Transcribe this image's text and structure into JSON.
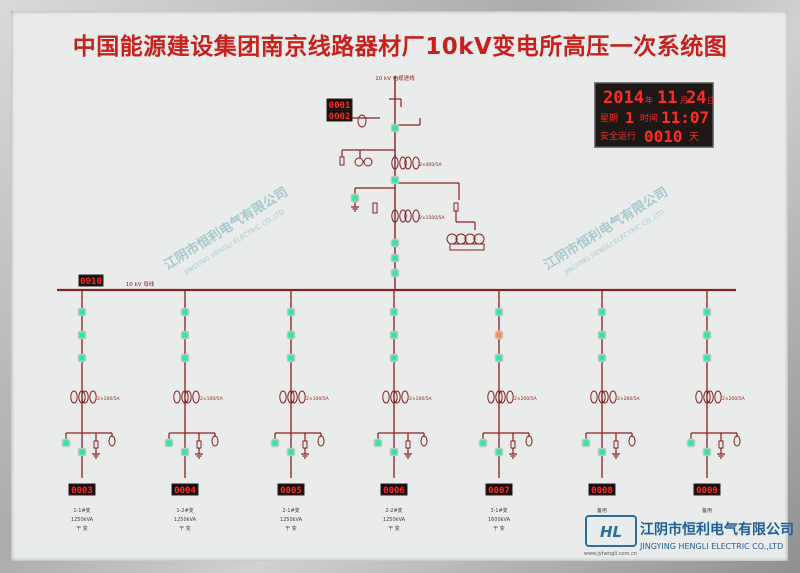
{
  "title": "中国能源建设集团南京线路器材厂10kV变电所高压一次系统图",
  "incoming_label": "10 kV 电缆进线",
  "busbar_label": "10 kV 母线",
  "incoming_counter": [
    "0001",
    "0002"
  ],
  "bus_counter": "0010",
  "clock": {
    "date": [
      "2014",
      "11",
      "24"
    ],
    "units": [
      "年",
      "月",
      "日"
    ],
    "weekday_label": "星期",
    "weekday": "1",
    "time_label": "时间",
    "time": "11:07",
    "safety_label": "安全运行",
    "safety_days": "0010",
    "safety_unit": "天"
  },
  "incoming_ct": "2×400/5A",
  "incoming_ct2": "2×1500/5A",
  "feeders": [
    {
      "counter": "0003",
      "ct": "2×100/5A",
      "lines": [
        "1-1#变",
        "1250kVA",
        "干 变"
      ]
    },
    {
      "counter": "0004",
      "ct": "2×100/5A",
      "lines": [
        "1-2#变",
        "1250kVA",
        "干 变"
      ]
    },
    {
      "counter": "0005",
      "ct": "2×100/5A",
      "lines": [
        "2-1#变",
        "1250kVA",
        "干 变"
      ]
    },
    {
      "counter": "0006",
      "ct": "2×100/5A",
      "lines": [
        "2-2#变",
        "1250kVA",
        "干 变"
      ]
    },
    {
      "counter": "0007",
      "ct": "2×200/5A",
      "lines": [
        "3-1#变",
        "1600kVA",
        "干 变"
      ]
    },
    {
      "counter": "0008",
      "ct": "2×200/5A",
      "lines": [
        "备用"
      ]
    },
    {
      "counter": "0009",
      "ct": "2×200/5A",
      "lines": [
        "备用"
      ]
    }
  ],
  "watermark": {
    "company_cn": "江阴市恒利电气有限公司",
    "company_en": "JINGYING HENGLI ELECTRIC CO.,LTD",
    "website": "www.jyhengli.com.cn",
    "logo": "HL"
  },
  "colors": {
    "line": "#8a1f20",
    "title": "#c8201c",
    "led_on": "#2fe8a8",
    "led_warn": "#ff8a3c",
    "counter_bg": "#1b0b0b",
    "counter_fg": "#ff2b22"
  }
}
